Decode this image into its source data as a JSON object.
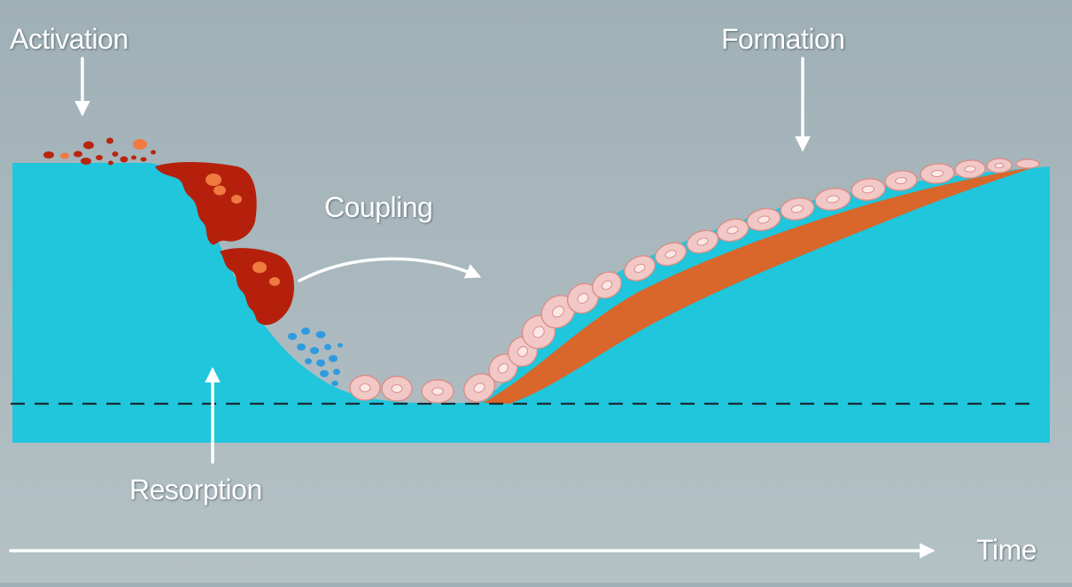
{
  "labels": {
    "activation": "Activation",
    "formation": "Formation",
    "coupling": "Coupling",
    "resorption": "Resorption",
    "time": "Time"
  },
  "colors": {
    "background": "#a9b8bd",
    "bone": "#1fc6dc",
    "osteoclast": "#b5200d",
    "osteoclast_nucleus": "#ee7a40",
    "activation_particles": "#b8260f",
    "mononuclear_cells": "#2e9be0",
    "osteoblast": "#f2c8c6",
    "osteoid": "#d9662a",
    "arrows": "#ffffff",
    "cement_line": "#1a2c35"
  }
}
